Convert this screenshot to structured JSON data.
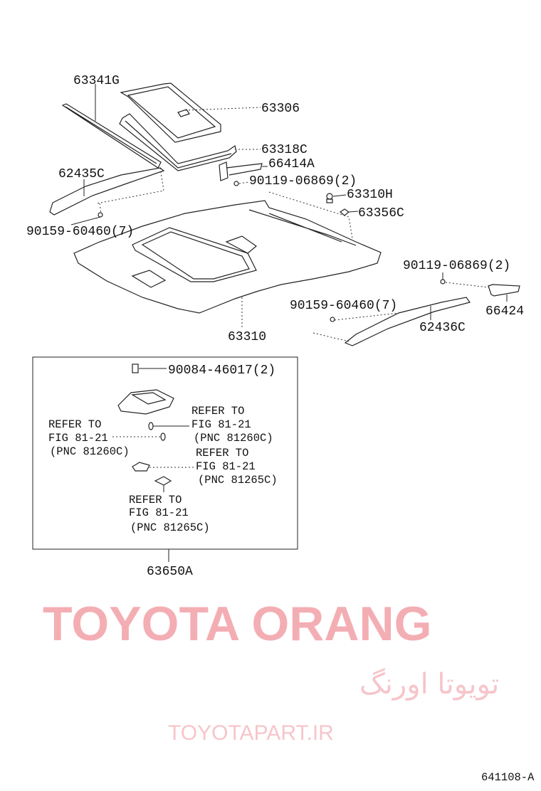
{
  "labels": {
    "p63341g": "63341G",
    "p63306": "63306",
    "p63318c": "63318C",
    "p66414a": "66414A",
    "p90119a": "90119-06869(2)",
    "p63310h": "63310H",
    "p63356c": "63356C",
    "p62435c": "62435C",
    "p90159a": "90159-60460(7)",
    "p90119b": "90119-06869(2)",
    "p66424": "66424",
    "p90159b": "90159-60460(7)",
    "p62436c": "62436C",
    "p63310": "63310",
    "p90084": "90084-46017(2)",
    "p63650a": "63650A"
  },
  "references": [
    {
      "line1": "REFER TO",
      "line2": "FIG 81-21",
      "line3": "(PNC 81260C)"
    },
    {
      "line1": "REFER TO",
      "line2": "FIG 81-21",
      "line3": "(PNC 81260C)"
    },
    {
      "line1": "REFER TO",
      "line2": "FIG 81-21",
      "line3": "(PNC 81265C)"
    },
    {
      "line1": "REFER TO",
      "line2": "FIG 81-21",
      "line3": "(PNC 81265C)"
    }
  ],
  "figure_id": "641108-A",
  "watermark": {
    "main": "TOYOTA ORANG",
    "persian": "تویوتا اورنگ",
    "site": "TOYOTAPART.IR"
  }
}
